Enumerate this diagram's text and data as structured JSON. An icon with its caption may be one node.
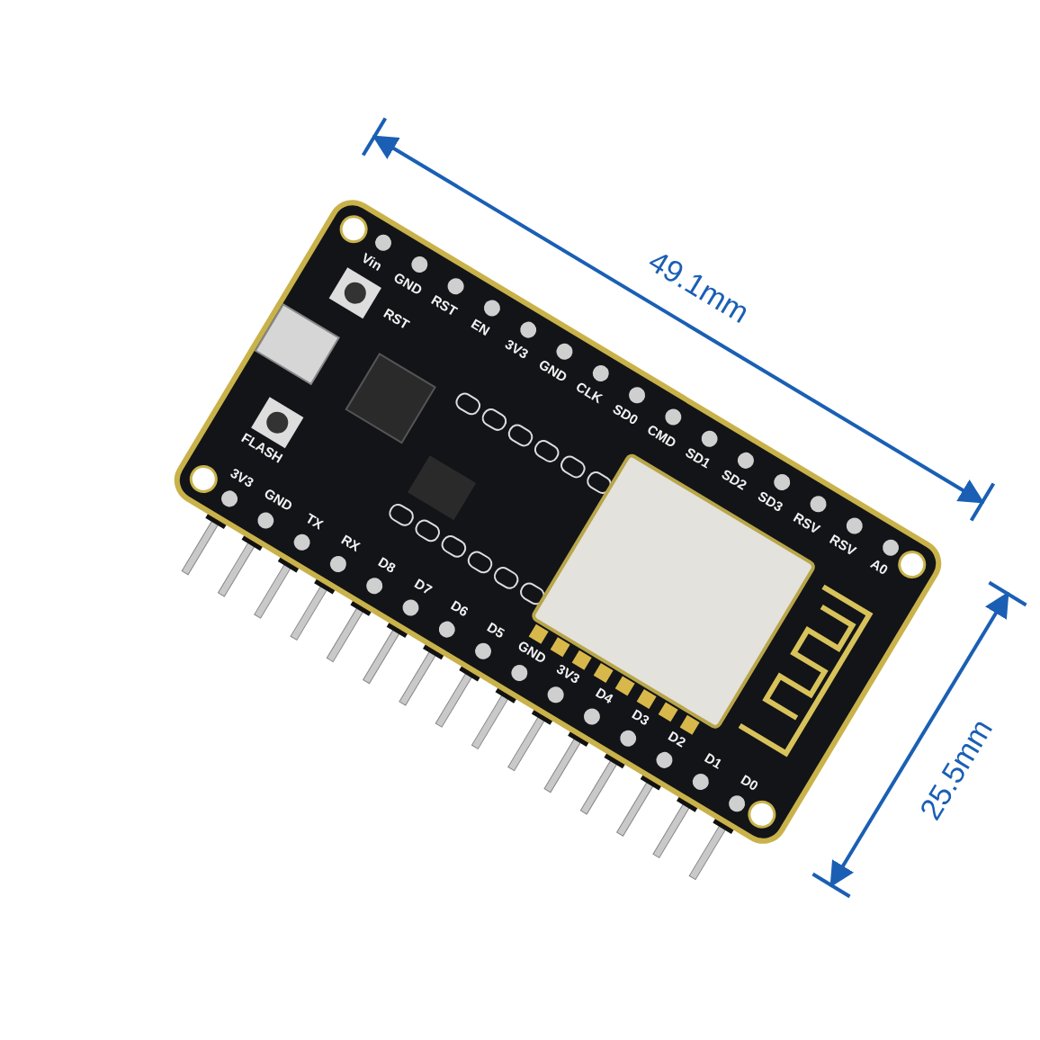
{
  "diagram": {
    "labels": [
      "49.1mm",
      "Vin",
      "GND",
      "RST",
      "EN",
      "3V3",
      "GND",
      "CLK",
      "SD0",
      "CMD",
      "SD1",
      "SD2",
      "SD3",
      "RSV",
      "RSV",
      "A0",
      "RST",
      "FLASH",
      "3V3",
      "GND",
      "TX",
      "RX",
      "D8",
      "D7",
      "D6",
      "D5",
      "GND",
      "3V3",
      "D4",
      "D3",
      "D2",
      "D1",
      "D0",
      "25.5mm"
    ]
  }
}
